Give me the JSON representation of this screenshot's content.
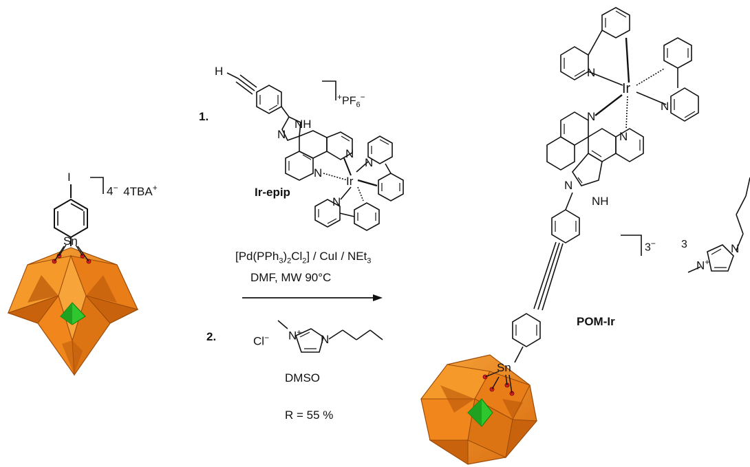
{
  "colors": {
    "pom_orange": "#f0861c",
    "pom_orange_dark": "#b8560a",
    "center_green": "#2ec72e",
    "oxygen_red": "#e02020",
    "bond": "#111111"
  },
  "reactant": {
    "iodo": "I",
    "tin": "Sn",
    "charge": "4",
    "charge_sign": "−",
    "counter_ion": "4TBA",
    "counter_sign": "+"
  },
  "step1": {
    "number": "1.",
    "ligand_name": "Ir-epip",
    "h_atom": "H",
    "nh": "NH",
    "charge_plus": "+",
    "anion": "PF",
    "anion_sub": "6",
    "anion_sign": "−",
    "n_atom": "N",
    "metal": "Ir"
  },
  "conditions": {
    "line1_a": "[Pd(PPh",
    "line1_b": "3",
    "line1_c": ")",
    "line1_d": "2",
    "line1_e": "Cl",
    "line1_f": "2",
    "line1_g": "] / CuI / NEt",
    "line1_h": "3",
    "line2": "DMF, MW 90°C"
  },
  "step2": {
    "number": "2.",
    "chloride": "Cl",
    "chloride_sign": "−",
    "n_plus": "N",
    "plus": "+",
    "n_atom": "N",
    "solvent": "DMSO",
    "yield": "R = 55 %"
  },
  "product": {
    "name": "POM-Ir",
    "metal": "Ir",
    "tin": "Sn",
    "nh": "NH",
    "n_atom": "N",
    "charge": "3",
    "charge_sign": "−",
    "cation_count": "3",
    "plus": "+"
  }
}
